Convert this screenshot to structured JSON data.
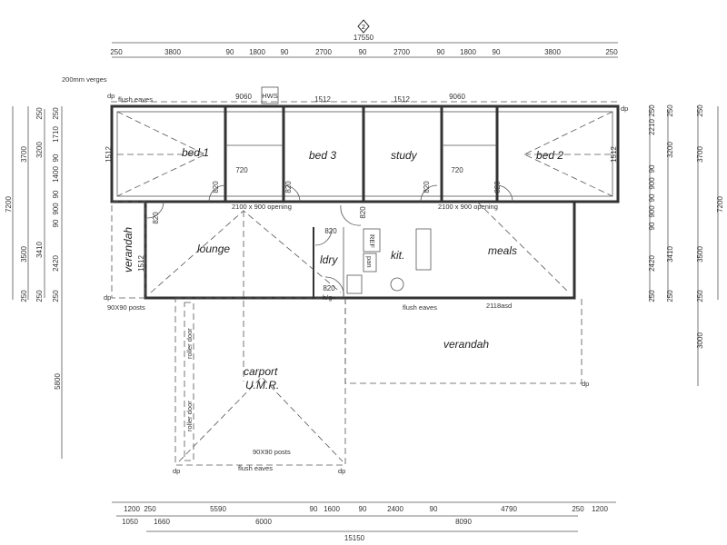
{
  "north_marker": "2",
  "rooms": {
    "bed1": "bed 1",
    "bed3": "bed 3",
    "study": "study",
    "bed2": "bed 2",
    "lounge": "lounge",
    "ldry": "ldry",
    "kit": "kit.",
    "meals": "meals",
    "verandah_left": "verandah",
    "verandah_right": "verandah",
    "carport": "carport",
    "carport_sub": "U.M.R."
  },
  "notes": {
    "verges": "200mm verges",
    "flush_eaves_top": "flush eaves",
    "flush_eaves_mid": "flush eaves",
    "flush_eaves_carport": "flush eaves",
    "hws": "HWS",
    "posts_left": "90X90 posts",
    "posts_carport": "90X90 posts",
    "opening_left": "2100 x 900 opening",
    "opening_right": "2100 x 900 opening",
    "ref": "REF",
    "pan": "pan",
    "hg": "h/g",
    "roller_door_1": "roller door",
    "roller_door_2": "roller door",
    "asd": "2118asd",
    "dp": "dp"
  },
  "window_labels": [
    "9060",
    "1512",
    "1512",
    "9060",
    "1512",
    "1512",
    "1512",
    "720",
    "720"
  ],
  "door_labels": [
    "820",
    "820",
    "820",
    "820",
    "820",
    "820",
    "820",
    "820"
  ],
  "dimensions": {
    "top_overall": "17550",
    "top_segments": [
      "250",
      "3800",
      "90",
      "1800",
      "90",
      "2700",
      "90",
      "2700",
      "90",
      "1800",
      "90",
      "3800",
      "250"
    ],
    "left": [
      "7200",
      "3700",
      "3500",
      "3200",
      "3410",
      "250",
      "1710",
      "90",
      "1400",
      "90",
      "900",
      "90",
      "2420",
      "250",
      "250",
      "250",
      "250",
      "5800"
    ],
    "right": [
      "7200",
      "3700",
      "3500",
      "3200",
      "3410",
      "2210",
      "90",
      "900",
      "90",
      "900",
      "90",
      "2420",
      "250",
      "250",
      "250",
      "250",
      "250",
      "250",
      "3000"
    ],
    "bottom_row1": [
      "1200",
      "250",
      "5590",
      "90",
      "1600",
      "90",
      "2400",
      "90",
      "4790",
      "250",
      "1200"
    ],
    "bottom_row2": [
      "1050",
      "1660",
      "6000",
      "8090"
    ],
    "bottom_overall": "15150"
  }
}
